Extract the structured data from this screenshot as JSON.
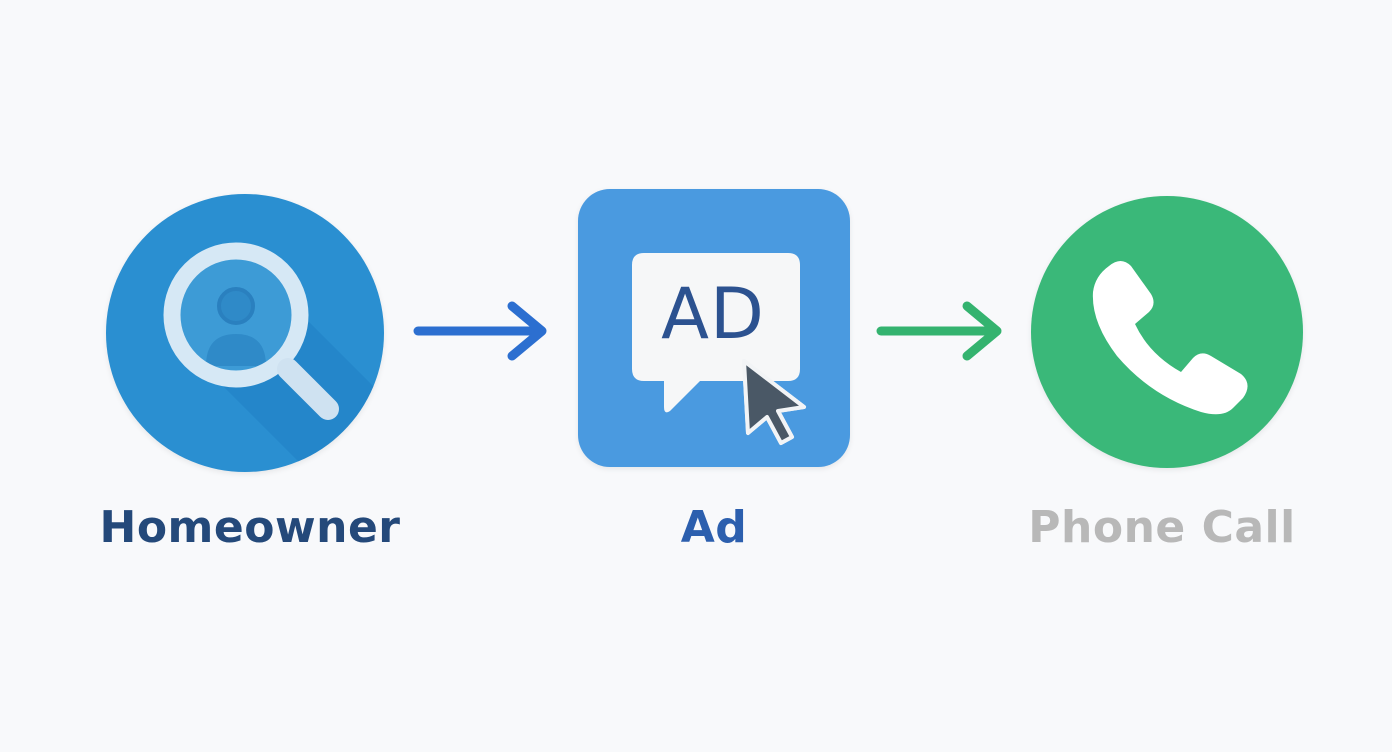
{
  "flow": {
    "steps": [
      {
        "label": "Homeowner",
        "icon": "search-person-icon",
        "shape": "circle",
        "color": "#2a8fd1",
        "label_color": "#24497a"
      },
      {
        "label": "Ad",
        "icon": "ad-click-icon",
        "shape": "rounded-square",
        "color": "#4a9ae0",
        "badge_text": "AD",
        "label_color": "#2c5fae"
      },
      {
        "label": "Phone Call",
        "icon": "phone-icon",
        "shape": "circle",
        "color": "#3ab879",
        "label_color": "#b8b8b8"
      }
    ],
    "connectors": [
      {
        "from": "Homeowner",
        "to": "Ad",
        "icon": "arrow-right-icon",
        "color": "#2c6fd0"
      },
      {
        "from": "Ad",
        "to": "Phone Call",
        "icon": "arrow-right-icon",
        "color": "#34b36f"
      }
    ]
  }
}
